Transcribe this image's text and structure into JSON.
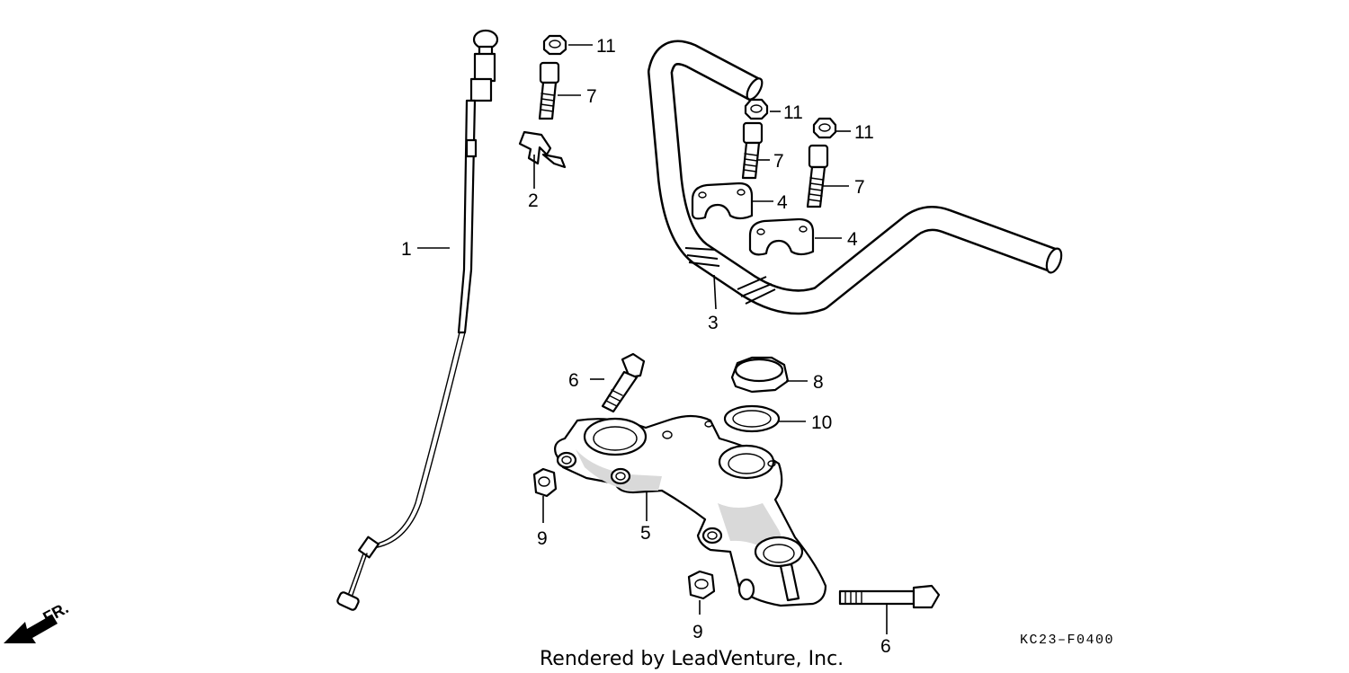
{
  "callouts": {
    "c1": "1",
    "c2": "2",
    "c3": "3",
    "c4a": "4",
    "c4b": "4",
    "c5": "5",
    "c6a": "6",
    "c6b": "6",
    "c7a": "7",
    "c7b": "7",
    "c7c": "7",
    "c8": "8",
    "c9a": "9",
    "c9b": "9",
    "c10": "10",
    "c11a": "11",
    "c11b": "11",
    "c11c": "11"
  },
  "direction_label": "FR.",
  "diagram_code": "KC23–F0400",
  "credit": "Rendered by LeadVenture, Inc."
}
